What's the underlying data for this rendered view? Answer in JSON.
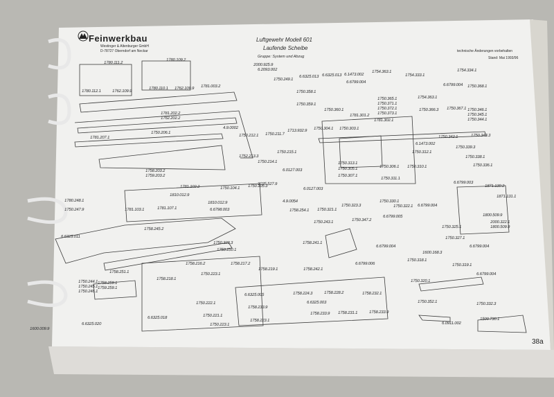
{
  "header": {
    "company": "Feinwerkbau",
    "company_sub1": "Westinger & Altenburger GmbH",
    "company_sub2": "D-78727 Oberndorf am Neckar",
    "title": "Luftgewehr Modell 601",
    "subtitle": "Laufende Scheibe",
    "group": "Gruppe: System und Abzug",
    "notice": "technische Änderungen vorbehalten",
    "date": "Stand: Mai 1993/96"
  },
  "page_number": "38a",
  "parts": [
    "1780.111.2",
    "1780.112.1",
    "1762.109.9",
    "1780.109.2",
    "1780.110.1",
    "1762.109.9",
    "1781.003.2",
    "2000.925.9",
    "6.2093.002",
    "1750.249.1",
    "6.6325.013",
    "6.6325.013",
    "6.1473.002",
    "1754.363.1",
    "6.6799.004",
    "1754.333.1",
    "1754.334.1",
    "1750.358.1",
    "1750.359.1",
    "1750.360.1",
    "1750.365.1",
    "1750.371.1",
    "1750.372.1",
    "1750.373.1",
    "6.6799.004",
    "1750.368.1",
    "1754.363.1",
    "1781.202.2",
    "1762.202.2",
    "1781.207.1",
    "1750.206.1",
    "4.9.0002",
    "1750.212.1",
    "1750.211.7",
    "1713.932.9",
    "1750.215.1",
    "1752.213.3",
    "1750.214.1",
    "1758.203.2",
    "1759.203.2",
    "1781.301.2",
    "1781.302.1",
    "1750.304.1",
    "1750.303.1",
    "1750.366.3",
    "1750.367.1",
    "1750.346.1",
    "1750.345.1",
    "1750.344.1",
    "1750.342.1",
    "1750.343.3",
    "6.1473.002",
    "1750.312.1",
    "1750.339.3",
    "1750.338.1",
    "1750.336.1",
    "1750.313.1",
    "1750.305.1",
    "1750.307.1",
    "1750.306.1",
    "1750.310.1",
    "1750.311.1",
    "6.6799.003",
    "6.0127.003",
    "2035.527.9",
    "1750.105.3",
    "6.0127.003",
    "1871.130.2",
    "1871.131.1",
    "1780.248.1",
    "1750.247.9",
    "1781.102.2",
    "1750.104.1",
    "1810.012.9",
    "1810.012.9",
    "1781.103.1",
    "1781.107.1",
    "6.6798.003",
    "4.9.0054",
    "1758.254.1",
    "1750.321.1",
    "1750.323.3",
    "1750.330.1",
    "1750.322.1",
    "6.6799.004",
    "1750.347.2",
    "6.6799.005",
    "1800.509.9",
    "2000.322.1",
    "1800.509.9",
    "6.6325.011",
    "1758.245.2",
    "1750.323.3",
    "1758.250.1",
    "1750.243.1",
    "1758.241.1",
    "6.6799.004",
    "1750.325.1",
    "1750.327.1",
    "1600.168.3",
    "6.6799.004",
    "1758.251.1",
    "1758.216.2",
    "1758.217.2",
    "1758.219.1",
    "1758.218.1",
    "1750.223.1",
    "1758.242.1",
    "6.6799.006",
    "1750.318.1",
    "1750.319.1",
    "6.6799.004",
    "1750.320.1",
    "1750.244.1",
    "1750.245.1",
    "1750.246.1",
    "1758.259.1",
    "1759.259.1",
    "6.6325.005",
    "1758.224.3",
    "1758.228.2",
    "1758.233.9",
    "6.6325.003",
    "1758.223.1",
    "1758.233.9",
    "1758.232.1",
    "1758.231.1",
    "1758.233.9",
    "1750.222.1",
    "1750.221.1",
    "1750.223.1",
    "6.6325.018",
    "6.6325.020",
    "1600.009.9",
    "1750.352.1",
    "1750.332.3",
    "6.0911.002",
    "1500.730.1"
  ]
}
